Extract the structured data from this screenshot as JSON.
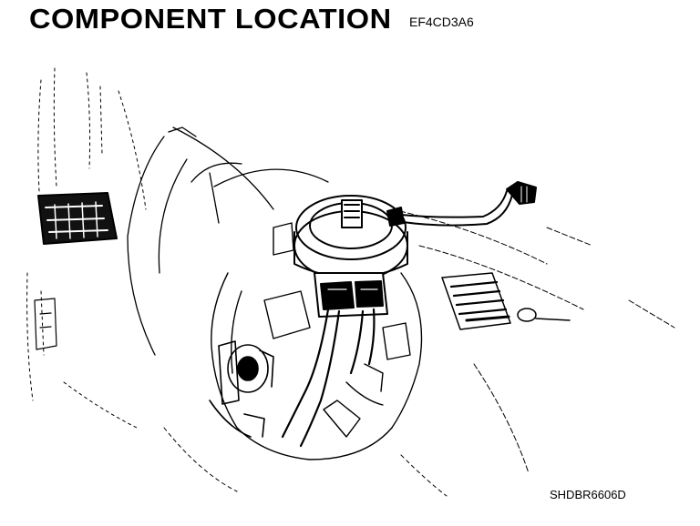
{
  "header": {
    "title": "COMPONENT LOCATION",
    "doc_code": "EF4CD3A6"
  },
  "figure": {
    "figure_id": "SHDBR6606D"
  }
}
